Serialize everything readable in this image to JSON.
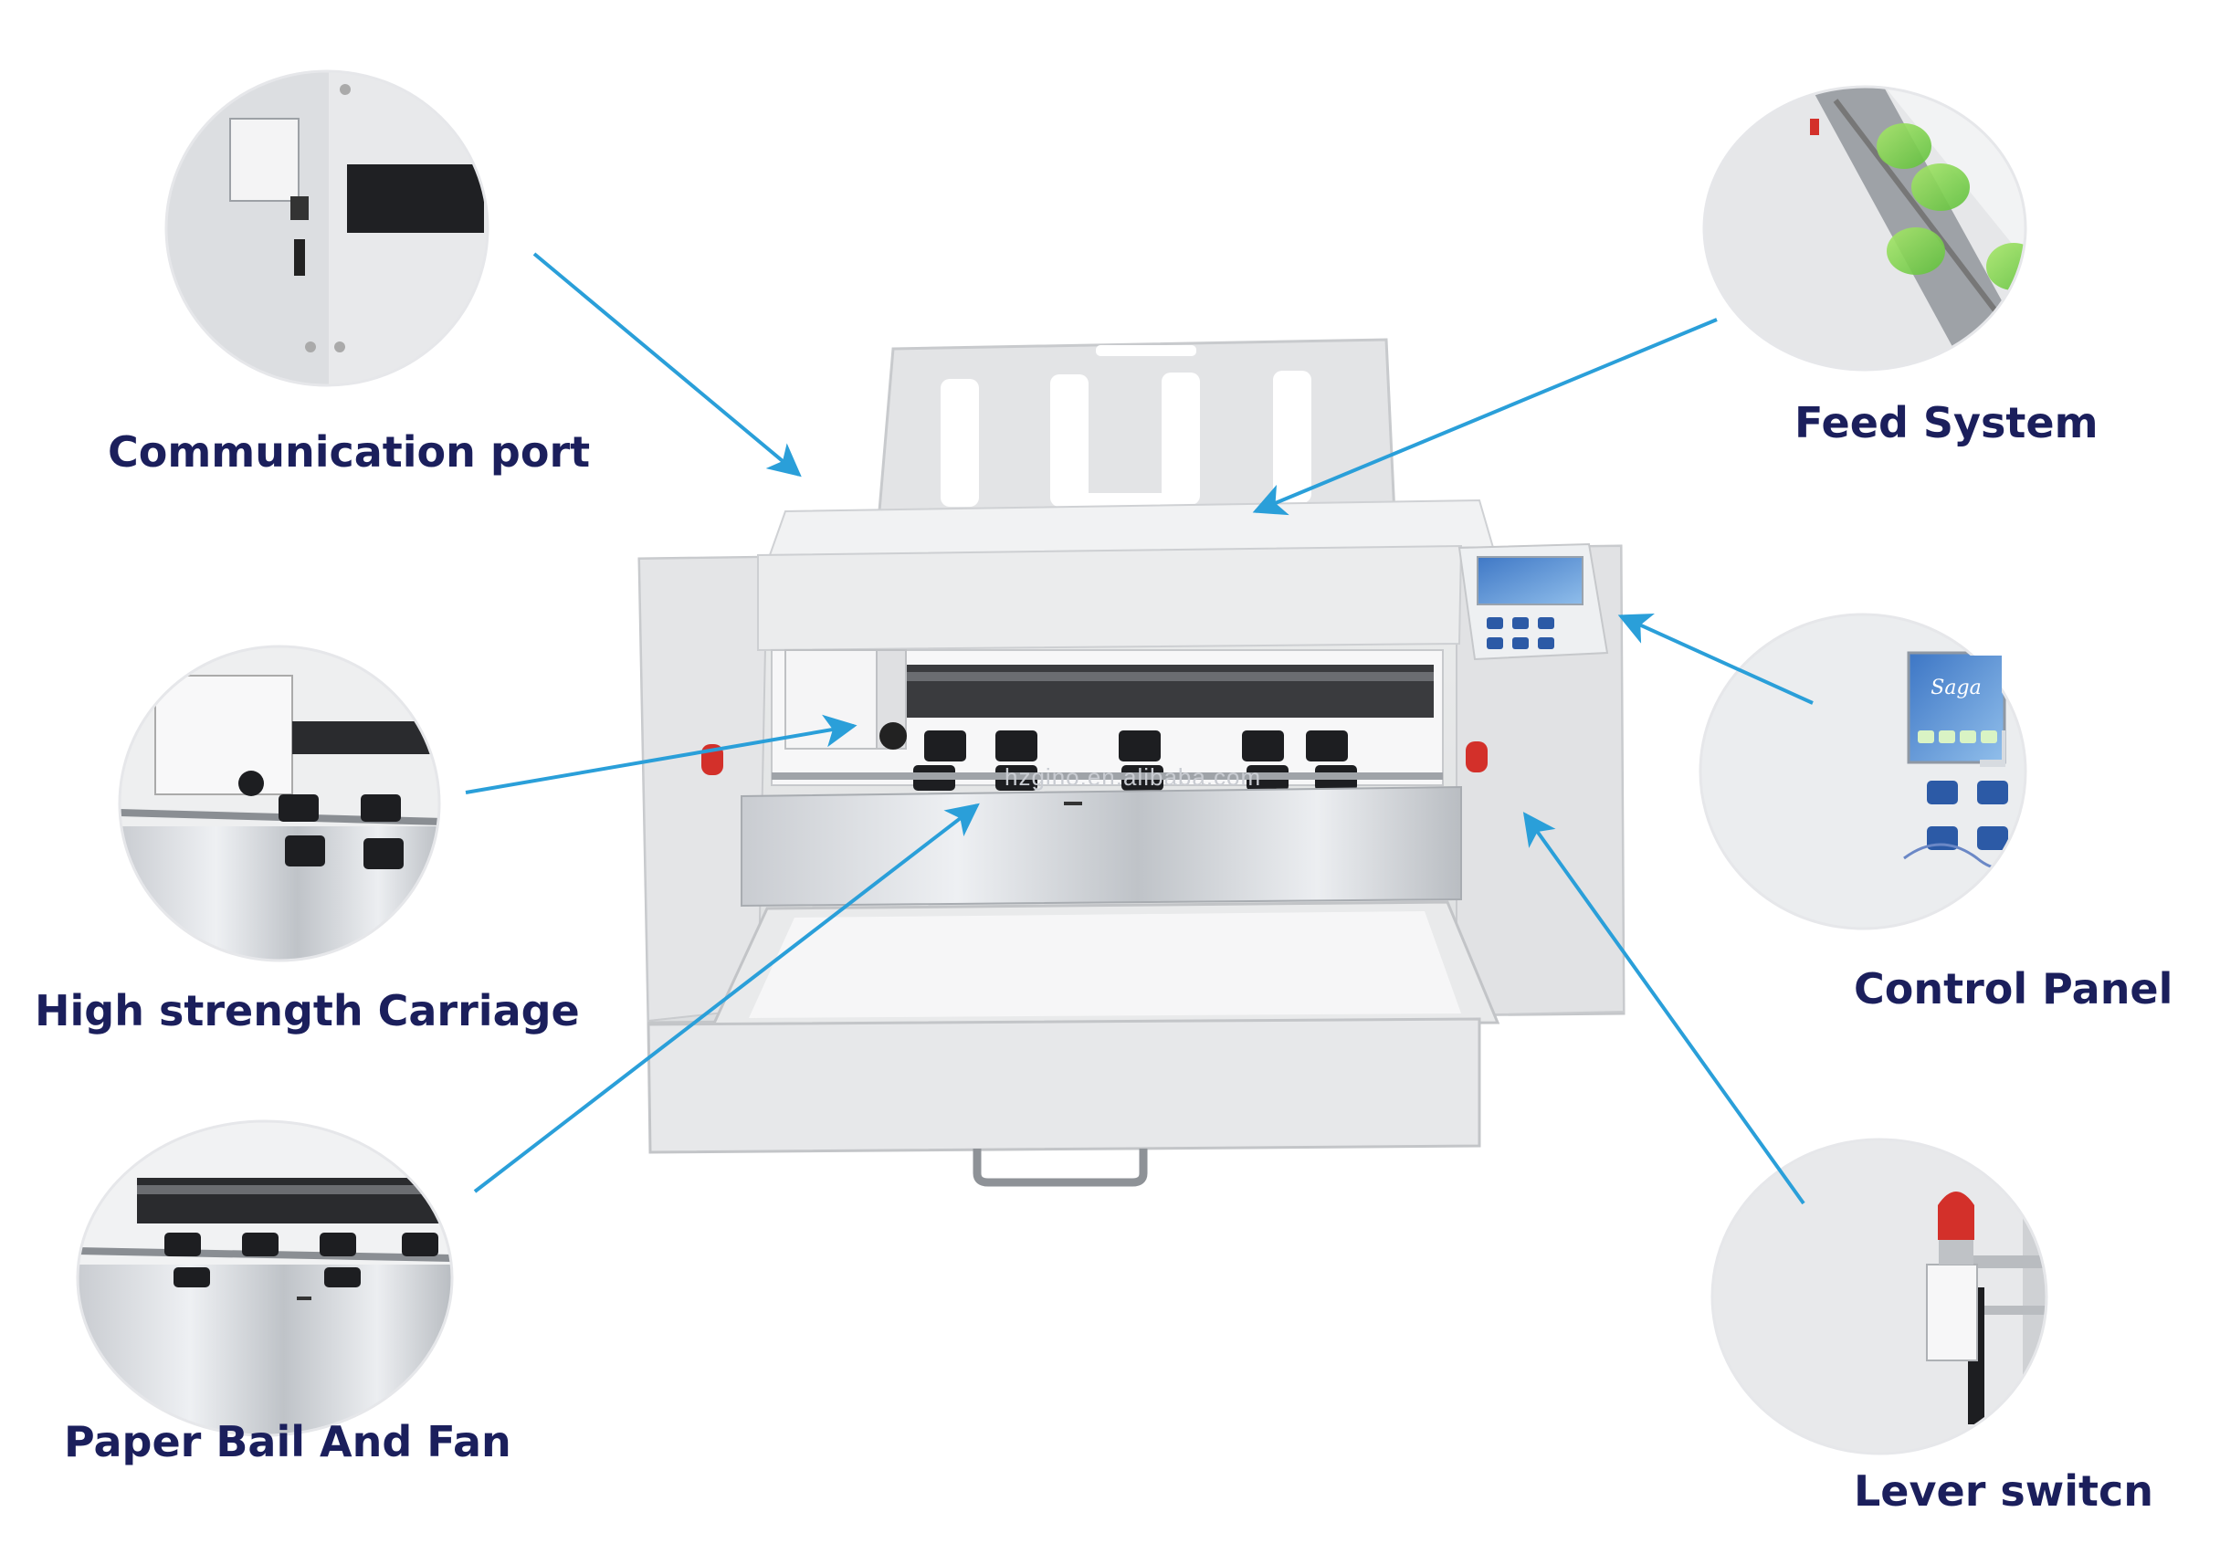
{
  "callouts": {
    "communication_port": "Communication port",
    "feed_system": "Feed System",
    "high_strength_carriage": "High strength Carriage",
    "control_panel": "Control Panel",
    "paper_bail_and_fan": "Paper Bail And Fan",
    "lever_switch": "Lever switcn"
  },
  "screen_brand": "Saga",
  "watermark": "hzgino.en.alibaba.com",
  "colors": {
    "label": "#1b1f5c",
    "arrow": "#2a9fd9",
    "machine_body": "#e6e7e9",
    "screen": "#5a8fd0"
  }
}
